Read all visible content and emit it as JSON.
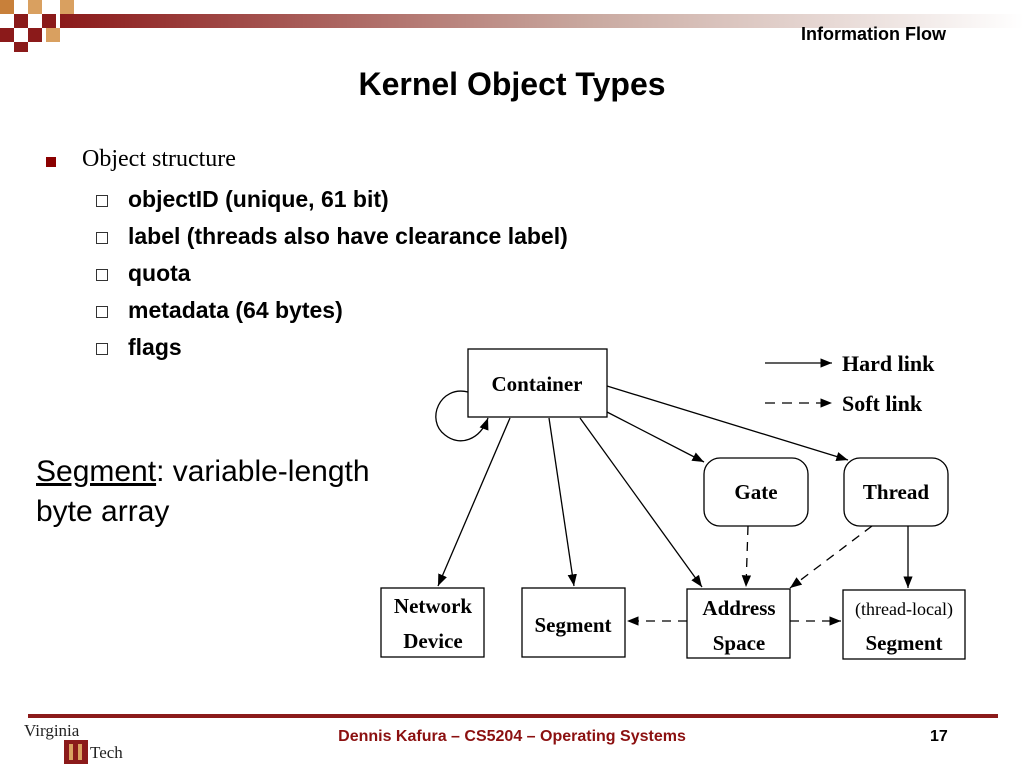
{
  "header": {
    "section": "Information Flow"
  },
  "title": "Kernel Object Types",
  "bullets": {
    "main": "Object structure",
    "sub": [
      "objectID (unique, 61 bit)",
      "label (threads also have clearance label)",
      "quota",
      "metadata (64 bytes)",
      "flags"
    ]
  },
  "note": {
    "term": "Segment",
    "rest": ": variable-length",
    "line2": "byte array"
  },
  "diagram": {
    "legend": {
      "hard": "Hard link",
      "soft": "Soft link"
    },
    "nodes": {
      "container": "Container",
      "gate": "Gate",
      "thread": "Thread",
      "network_line1": "Network",
      "network_line2": "Device",
      "segment": "Segment",
      "address_line1": "Address",
      "address_line2": "Space",
      "tl_line1": "(thread-local)",
      "tl_line2": "Segment"
    }
  },
  "footer": {
    "text": "Dennis Kafura – CS5204 – Operating Systems",
    "page": "17",
    "logo_line1": "Virginia",
    "logo_line2": "Tech"
  },
  "colors": {
    "accent": "#8b1a1a"
  }
}
